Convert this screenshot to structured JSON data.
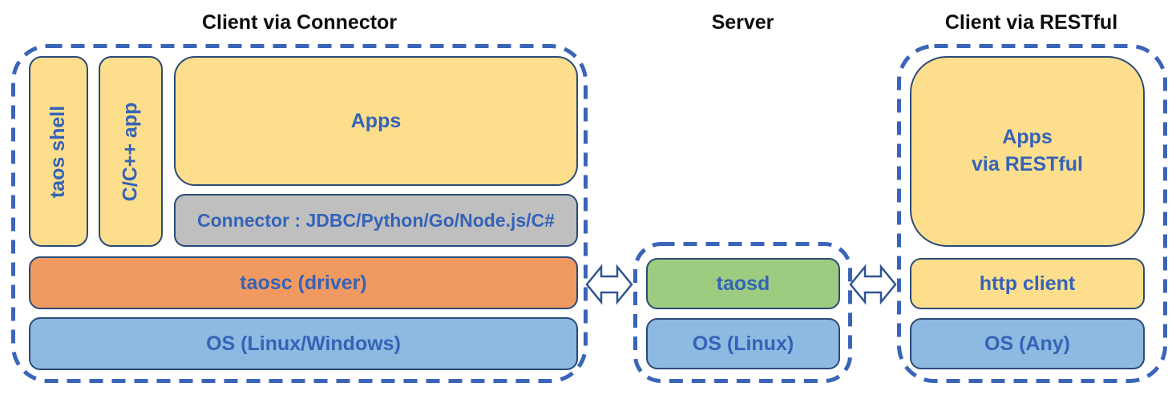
{
  "diagram": {
    "sections": {
      "client_connector": {
        "title": "Client via Connector",
        "boxes": {
          "taos_shell": "taos shell",
          "cpp_app": "C/C++ app",
          "apps": "Apps",
          "connector": "Connector : JDBC/Python/Go/Node.js/C#",
          "taosc": "taosc (driver)",
          "os": "OS (Linux/Windows)"
        }
      },
      "server": {
        "title": "Server",
        "boxes": {
          "taosd": "taosd",
          "os": "OS (Linux)"
        }
      },
      "client_restful": {
        "title": "Client via RESTful",
        "boxes": {
          "apps_line1": "Apps",
          "apps_line2": "via RESTful",
          "http_client": "http client",
          "os": "OS (Any)"
        }
      }
    },
    "colors": {
      "yellow_fill": "#fcde8c",
      "orange_fill": "#f09a62",
      "blue_fill": "#8eb9e0",
      "green_fill": "#9dcb80",
      "gray_fill": "#bfbfbf",
      "box_border": "#2b4a78",
      "dashed_border": "#3a64b8",
      "label_text": "#3463b8",
      "title_text": "#0d0d0d",
      "arrow_fill": "#ffffff",
      "arrow_stroke": "#2f5490"
    }
  }
}
